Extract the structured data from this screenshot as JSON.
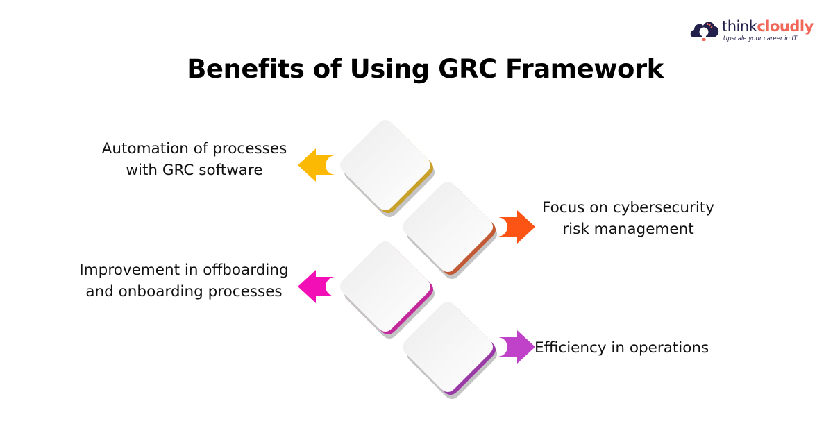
{
  "title": "Benefits of Using GRC Framework",
  "logo": {
    "icon": "cloud-lightbulb-icon",
    "word_part1": "think",
    "word_part2": "cloudly",
    "tagline": "Upscale your career in IT",
    "colors": {
      "navy": "#23214b",
      "coral": "#f0685a"
    }
  },
  "benefits": [
    {
      "line1": "Automation of processes",
      "line2": "with GRC software",
      "side": "left",
      "color": "#fbb903",
      "edge_color": "#c9a12a",
      "icon": "arrow-left-icon"
    },
    {
      "line1": "Focus on cybersecurity",
      "line2": "risk management",
      "side": "right",
      "color": "#fb5414",
      "edge_color": "#c25a35",
      "icon": "arrow-right-icon"
    },
    {
      "line1": "Improvement in offboarding",
      "line2": "and onboarding processes",
      "side": "left",
      "color": "#f20fb5",
      "edge_color": "#c22a9c",
      "icon": "arrow-left-icon"
    },
    {
      "line1": "Efficiency in operations",
      "line2": "",
      "side": "right",
      "color": "#c042c8",
      "edge_color": "#9a3aa6",
      "icon": "arrow-right-icon"
    }
  ]
}
